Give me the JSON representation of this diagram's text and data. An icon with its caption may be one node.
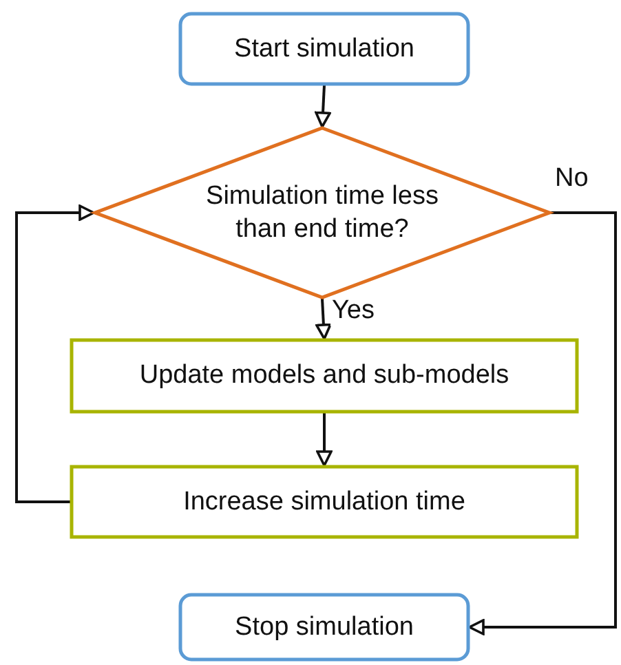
{
  "diagram": {
    "nodes": [
      {
        "text": [
          "Start simulation"
        ]
      },
      {
        "text": [
          "Simulation time less than end time?"
        ]
      },
      {
        "text": [
          "Update models and sub-models"
        ]
      },
      {
        "text": [
          "Increase simulation time"
        ]
      },
      {
        "text": [
          "Stop simulation"
        ]
      }
    ],
    "edges": [
      {
        "from": 0,
        "to": 1,
        "arrow": "to"
      },
      {
        "from": 1,
        "to": 2,
        "arrow": "to",
        "label": "Yes"
      },
      {
        "from": 2,
        "to": 3,
        "arrow": "to"
      },
      {
        "from": 3,
        "to": 1,
        "arrow": "to"
      },
      {
        "from": 1,
        "to": 4,
        "arrow": "to",
        "label": "No"
      }
    ]
  }
}
